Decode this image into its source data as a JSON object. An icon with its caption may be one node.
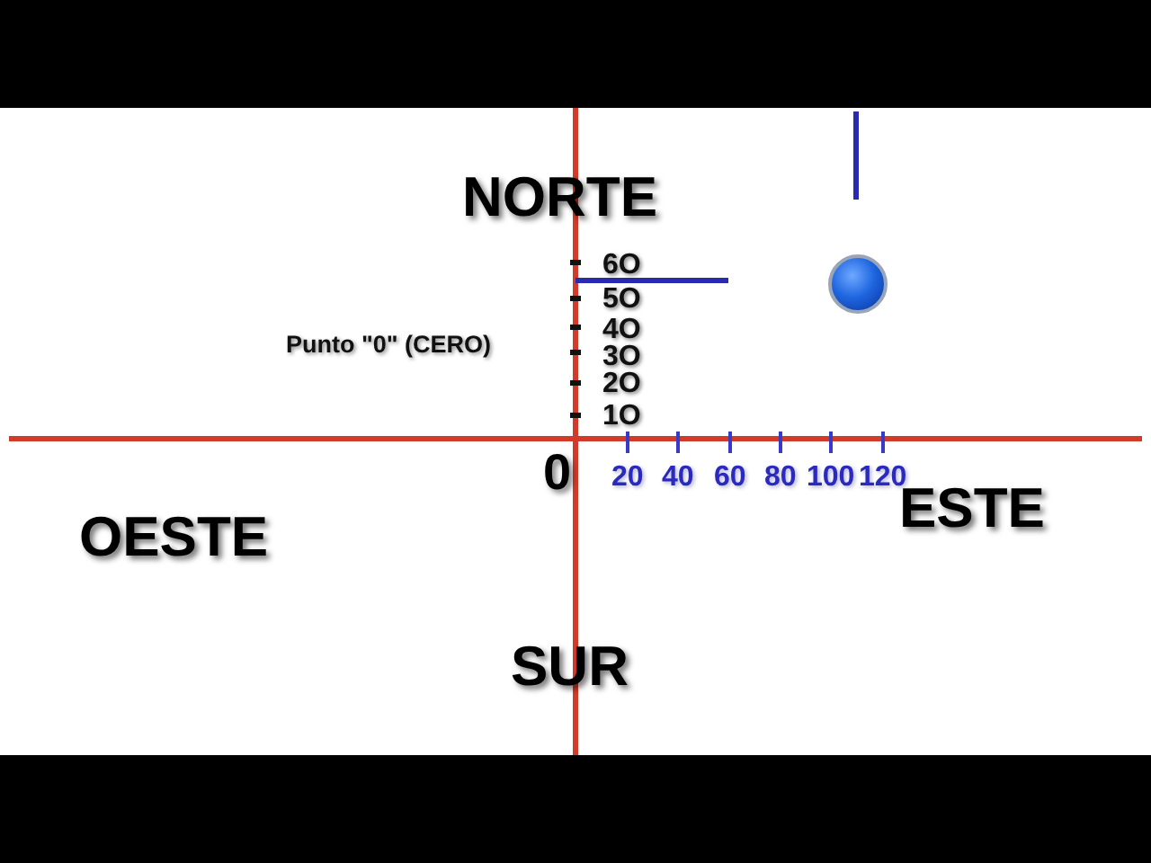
{
  "diagram": {
    "labels": [
      "NORTE",
      "6O",
      "5O",
      "Punto \"0\" (CERO)",
      "4O",
      "3O",
      "2O",
      "1O",
      "0",
      "20",
      "40",
      "60",
      "80",
      "100",
      "120",
      "ESTE",
      "OESTE",
      "SUR"
    ]
  }
}
